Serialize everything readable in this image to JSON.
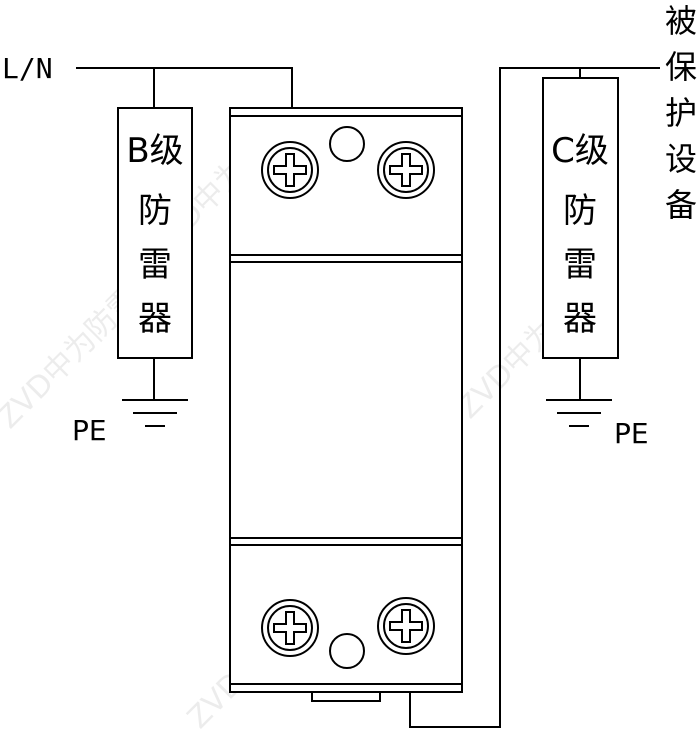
{
  "labels": {
    "line_input": "L/N",
    "ground_left": "PE",
    "ground_right": "PE"
  },
  "spd_b": {
    "chars": [
      "B级",
      "防",
      "雷",
      "器"
    ]
  },
  "spd_c": {
    "chars": [
      "C级",
      "防",
      "雷",
      "器"
    ]
  },
  "protected_device": {
    "chars": [
      "被",
      "保",
      "护",
      "设",
      "备"
    ]
  },
  "watermark": {
    "text": "ZVD中为防雷"
  }
}
